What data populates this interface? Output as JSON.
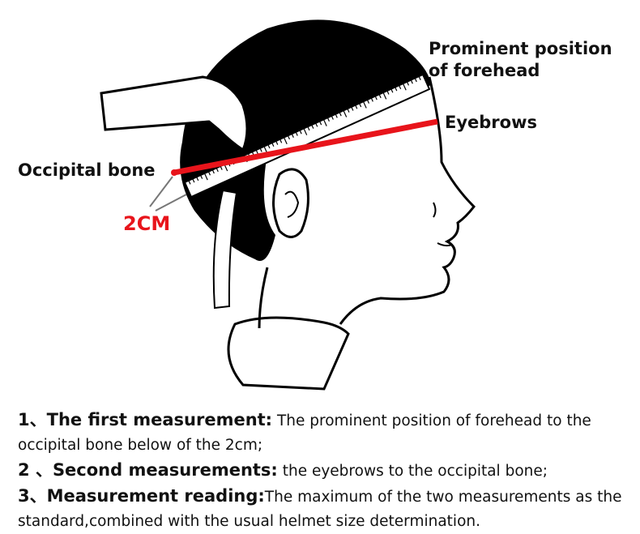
{
  "labels": {
    "forehead_line1": "Prominent position",
    "forehead_line2": "of forehead",
    "eyebrows": "Eyebrows",
    "occipital": "Occipital bone",
    "offset": "2CM"
  },
  "steps": [
    {
      "number": "1、",
      "title": "The first measurement:",
      "text": " The prominent position of forehead to the occipital bone below of the 2cm;"
    },
    {
      "number": "2 、",
      "title": "Second measurements:",
      "text": " the eyebrows to the occipital bone;"
    },
    {
      "number": "3、",
      "title": "Measurement reading:",
      "text": "The maximum of the two measurements as the standard,combined with the usual helmet size determination."
    }
  ],
  "colors": {
    "measure_line": "#e8141b",
    "hair": "#000000"
  }
}
